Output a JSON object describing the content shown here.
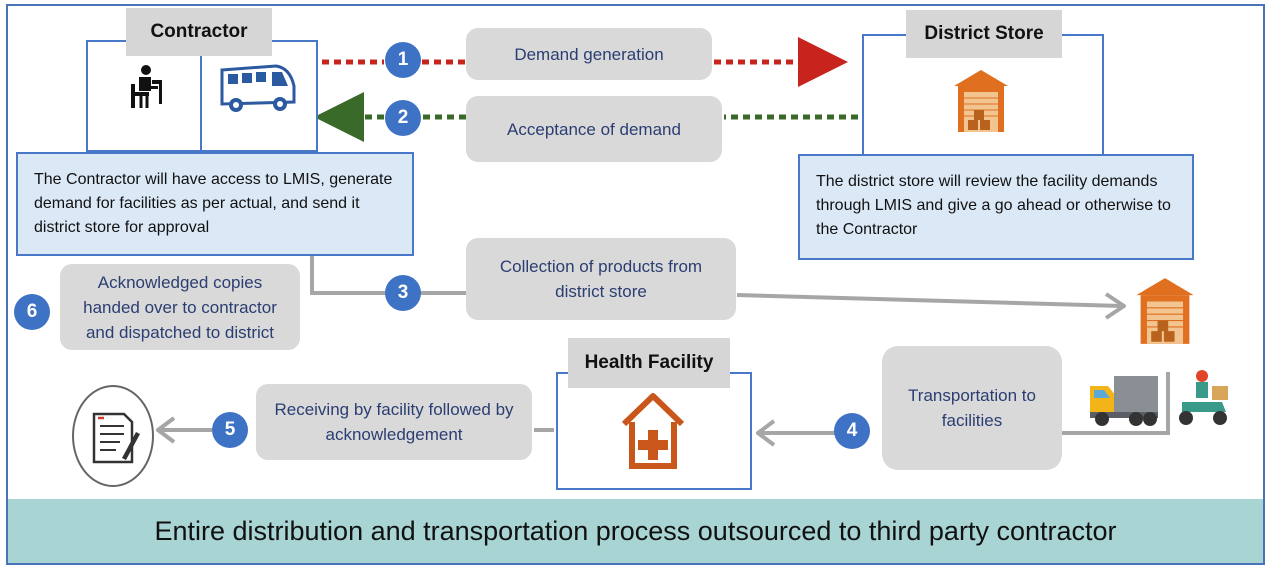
{
  "nodes": {
    "contractor": "Contractor",
    "district_store": "District Store",
    "health_facility": "Health Facility"
  },
  "descriptions": {
    "contractor": "The Contractor will have access to LMIS, generate demand for facilities as per actual, and send it district store for approval",
    "district_store": "The district store will review the facility demands through LMIS and give a go ahead or otherwise to the Contractor"
  },
  "steps": [
    {
      "number": "1",
      "label": "Demand generation"
    },
    {
      "number": "2",
      "label": "Acceptance of demand"
    },
    {
      "number": "3",
      "label": "Collection of products from district store"
    },
    {
      "number": "4",
      "label": "Transportation to facilities"
    },
    {
      "number": "5",
      "label": "Receiving by facility followed by acknowledgement"
    },
    {
      "number": "6",
      "label": "Acknowledged copies handed over to contractor and dispatched to district"
    }
  ],
  "banner": "Entire distribution and transportation process outsourced to third party contractor",
  "colors": {
    "box_border": "#4a78c8",
    "step_circle": "#3e72c4",
    "pill_bg": "#d9d9d9",
    "pill_text": "#2b3e72",
    "demand_arrow": "#c8241e",
    "acceptance_arrow": "#3a6a2a",
    "flow_arrow": "#a6a6a6",
    "banner_bg": "#a9d4d4",
    "icon_orange": "#e0701f"
  },
  "icons": [
    "person-at-desk-icon",
    "van-icon",
    "warehouse-icon",
    "house-medical-icon",
    "delivery-truck-icon",
    "delivery-scooter-icon",
    "document-signature-icon"
  ]
}
